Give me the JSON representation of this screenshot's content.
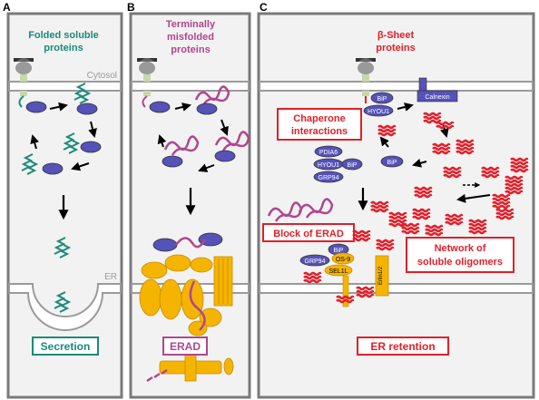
{
  "panels": {
    "A": {
      "letter": "A",
      "title_lines": [
        "Folded soluble",
        "proteins"
      ],
      "cytosol": "Cytosol",
      "er": "ER",
      "bottom_label": "Secretion"
    },
    "B": {
      "letter": "B",
      "title_lines": [
        "Terminally",
        "misfolded",
        "proteins"
      ],
      "bottom_label": "ERAD"
    },
    "C": {
      "letter": "C",
      "title_lines": [
        "β-Sheet",
        "proteins"
      ],
      "chaperone_lines": [
        "Chaperone",
        "interactions"
      ],
      "block_label": "Block of ERAD",
      "network_lines": [
        "Network of",
        "soluble oligomers"
      ],
      "bottom_label": "ER retention",
      "proteins": {
        "bip": "BiP",
        "hyou1": "HYOU1",
        "calnexin": "Calnexin",
        "pdia6": "PDIA6",
        "grp94": "GRP94",
        "os9": "OS-9",
        "sel1l": "SEL1L",
        "erlin": "Erlin1/2"
      }
    }
  },
  "colors": {
    "teal": "#1a8a7a",
    "magenta": "#b0468e",
    "red": "#e0202a",
    "purple": "#5552b8",
    "orange": "#f5b400",
    "gray_border": "#7a7a7a",
    "panel_fill": "#f2f2f2"
  }
}
